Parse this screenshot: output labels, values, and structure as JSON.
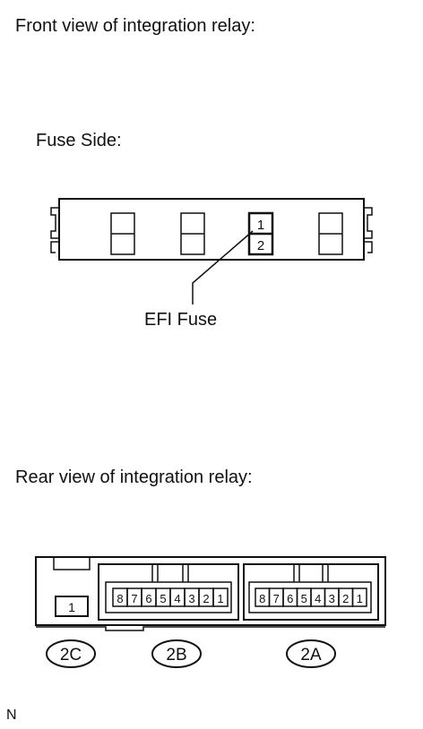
{
  "front_title": "Front view of integration relay:",
  "fuse_side_label": "Fuse Side:",
  "efi_fuse": {
    "label": "EFI Fuse",
    "terminals": [
      "1",
      "2"
    ]
  },
  "rear_title": "Rear view of integration relay:",
  "connectors": {
    "c2c": {
      "id": "2C",
      "pins": [
        "1"
      ]
    },
    "c2b": {
      "id": "2B",
      "pins": [
        "8",
        "7",
        "6",
        "5",
        "4",
        "3",
        "2",
        "1"
      ]
    },
    "c2a": {
      "id": "2A",
      "pins": [
        "8",
        "7",
        "6",
        "5",
        "4",
        "3",
        "2",
        "1"
      ]
    }
  },
  "figure_code": "N"
}
